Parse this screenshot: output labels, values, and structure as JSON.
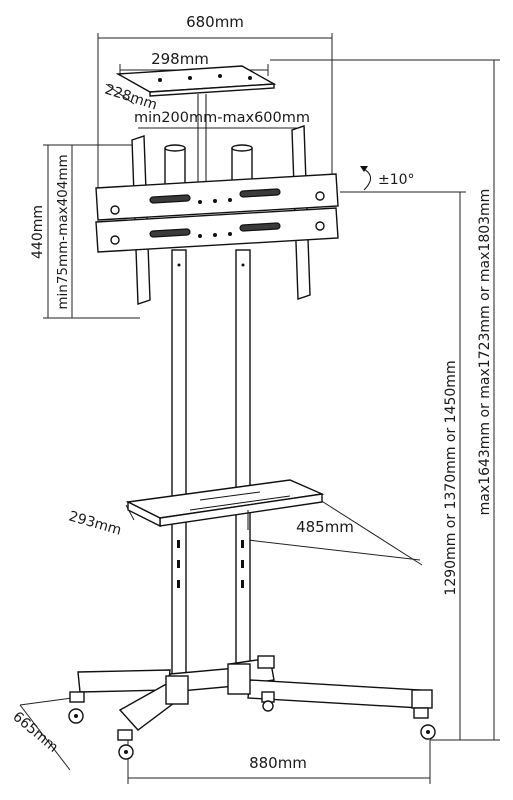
{
  "labels": {
    "overall_width": "680mm",
    "top_shelf_width": "298mm",
    "top_shelf_depth": "228mm",
    "vesa_horizontal": "min200mm-max600mm",
    "bracket_height": "440mm",
    "vesa_vertical": "min75mm-max404mm",
    "tilt": "±10°",
    "height_shelf_options": "1290mm or 1370mm or 1450mm",
    "height_max_options": "max1643mm or max1723mm or max1803mm",
    "mid_shelf_depth": "293mm",
    "mid_shelf_width": "485mm",
    "base_depth": "665mm",
    "base_width": "880mm"
  }
}
